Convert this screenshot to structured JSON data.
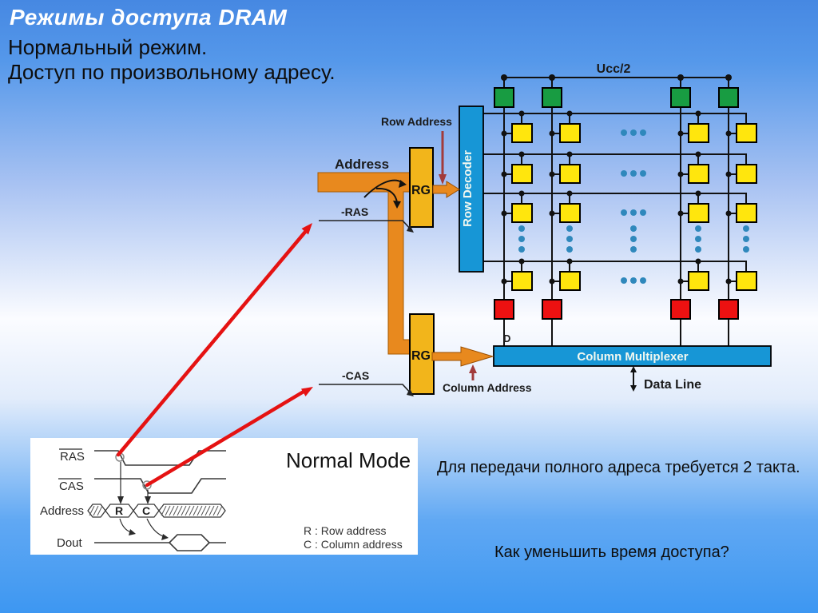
{
  "slide": {
    "title": "Режимы доступа  DRAM",
    "subtitle_lines": [
      "Нормальный режим.",
      "Доступ по произвольному адресу."
    ],
    "note_full_address": "Для передачи полного адреса требуется 2 такта.",
    "question": "Как уменьшить время доступа?"
  },
  "diagram": {
    "address_label": "Address",
    "row_address_label": "Row Address",
    "column_address_label": "Column Address",
    "ras_label": "-RAS",
    "cas_label": "-CAS",
    "register_label": "RG",
    "row_decoder_label": "Row Decoder",
    "column_multiplexer_label": "Column Multiplexer",
    "data_line_label": "Data Line",
    "ucc_label": "Ucc/2",
    "bitline_label": "D",
    "colors": {
      "precharge_cell_green": "#189C42",
      "memory_cell_yellow": "#FFE60D",
      "sense_amp_red": "#ED1111",
      "decoder_blue": "#1796D6",
      "register_gold": "#F2B51B",
      "address_bus_orange": "#E8891E",
      "highlight_arrow_red": "#E51212",
      "address_pointer_darkred": "#A23B3B",
      "ellipsis_dot_teal": "#2F88BC"
    }
  },
  "timing": {
    "mode_title": "Normal Mode",
    "signals": {
      "ras": "RAS",
      "cas": "CAS",
      "address": "Address",
      "dout": "Dout"
    },
    "row_symbol": "R",
    "col_symbol": "C",
    "legend": [
      "R : Row address",
      "C : Column address"
    ]
  }
}
